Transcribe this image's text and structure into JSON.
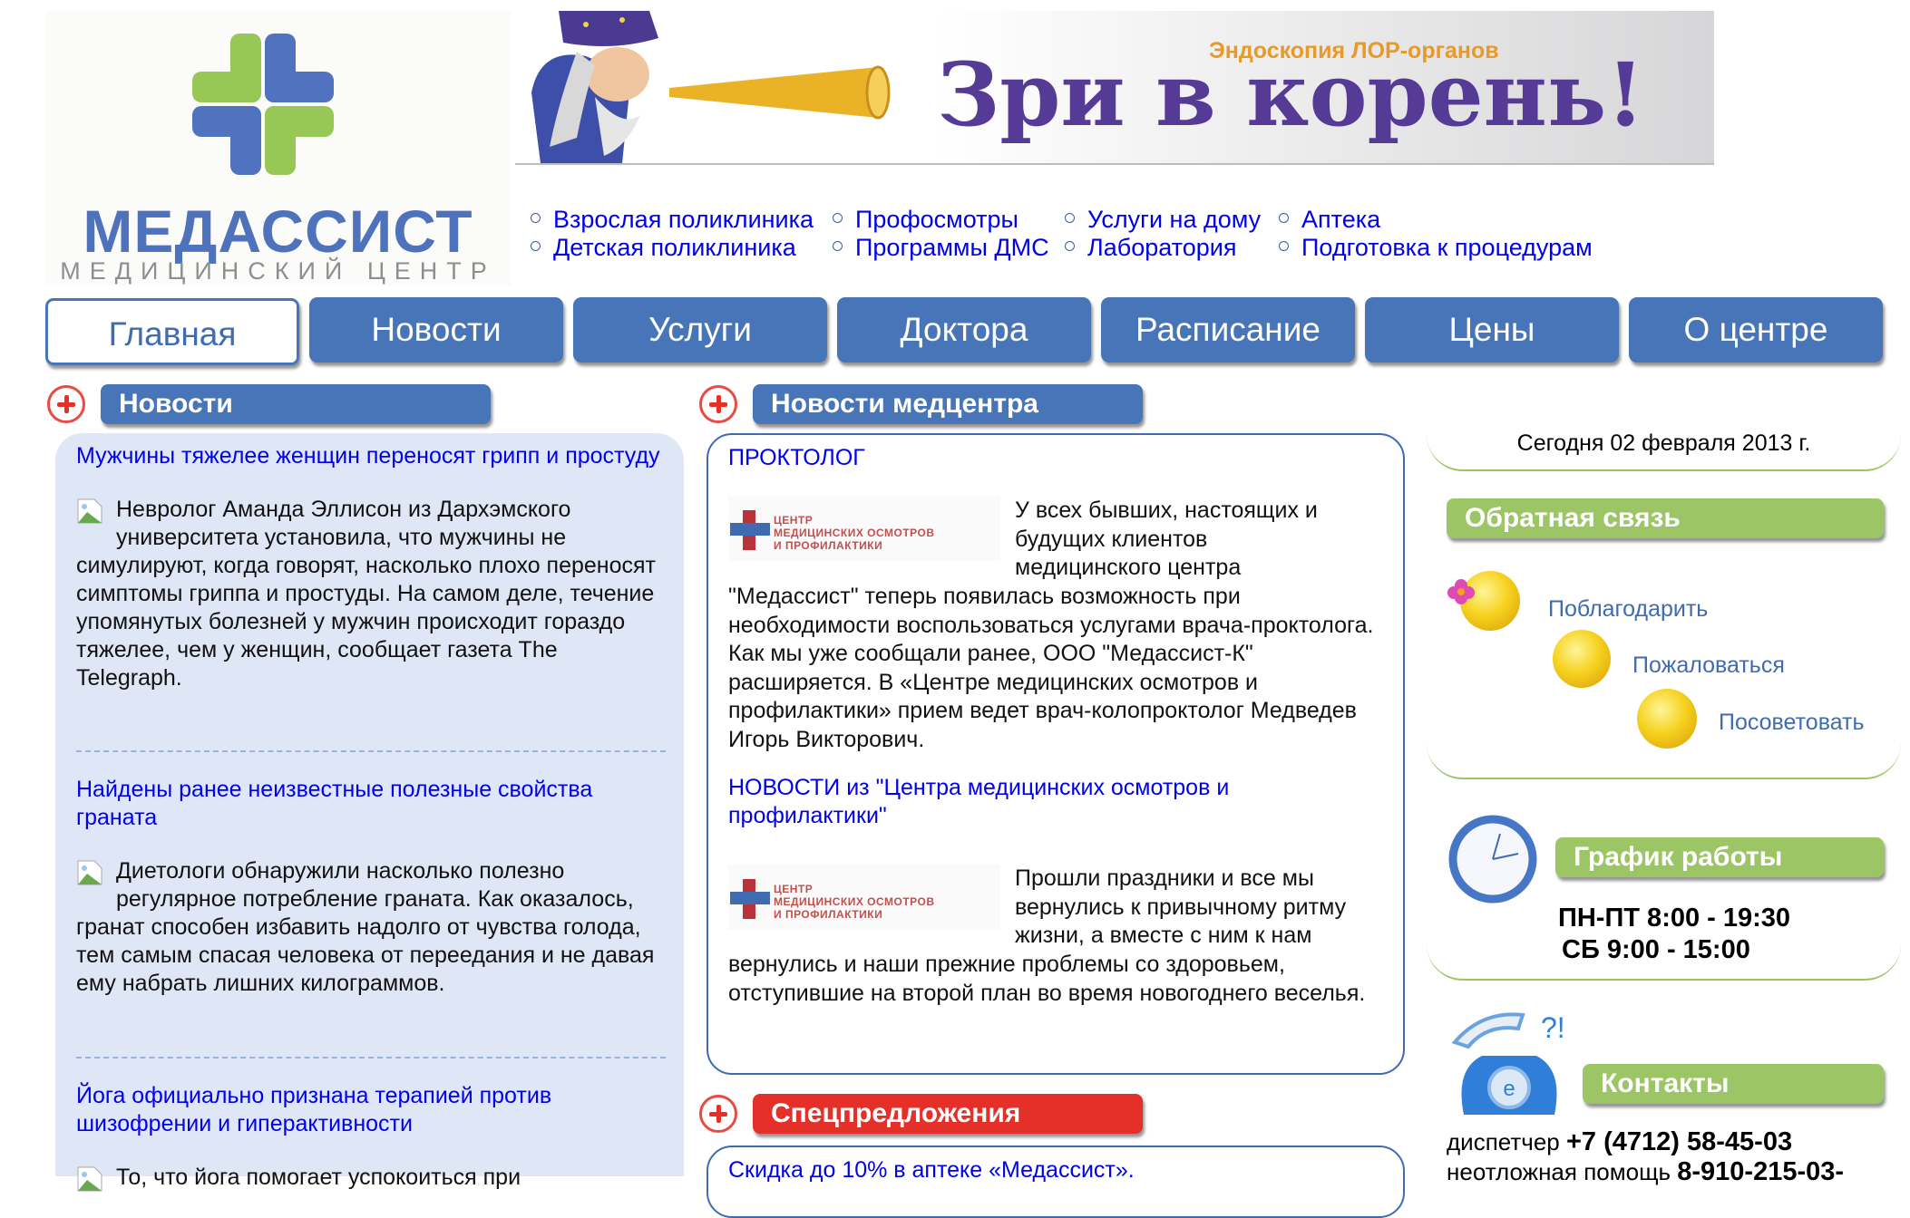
{
  "logo": {
    "brand": "МЕДАССИСТ",
    "subtitle": "МЕДИЦИНСКИЙ ЦЕНТР",
    "colors": {
      "blue": "#4f72bd",
      "green": "#97c857",
      "gray": "#8e8e8e"
    }
  },
  "banner": {
    "kicker": "Эндоскопия ЛОР-органов",
    "slogan": "Зри в корень!"
  },
  "top_links": [
    {
      "label": "Взрослая поликлиника"
    },
    {
      "label": "Детская поликлиника"
    },
    {
      "label": "Профосмотры"
    },
    {
      "label": "Программы ДМС"
    },
    {
      "label": "Услуги на дому"
    },
    {
      "label": "Лаборатория"
    },
    {
      "label": "Аптека"
    },
    {
      "label": "Подготовка к процедурам"
    }
  ],
  "nav": {
    "active": "Главная",
    "tabs": [
      {
        "label": "Главная"
      },
      {
        "label": "Новости"
      },
      {
        "label": "Услуги"
      },
      {
        "label": "Доктора"
      },
      {
        "label": "Расписание"
      },
      {
        "label": "Цены"
      },
      {
        "label": "О центре"
      }
    ]
  },
  "news": {
    "header": "Новости",
    "items": [
      {
        "title": "Мужчины тяжелее женщин переносят грипп и простуду",
        "body": "Невролог Аманда Эллисон из Дархэмского университета установила, что мужчины не симулируют, когда говорят, насколько плохо переносят симптомы гриппа и простуды. На самом деле, течение упомянутых болезней у мужчин происходит гораздо тяжелее, чем у женщин, сообщает газета The Telegraph."
      },
      {
        "title": "Найдены ранее неизвестные полезные свойства граната",
        "body": "Диетологи обнаружили насколько полезно регулярное потребление граната. Как оказалось, гранат способен избавить надолго от чувства голода, тем самым спасая человека от переедания и не давая ему набрать лишних килограммов."
      },
      {
        "title": "Йога официально признана терапией против шизофрении и гиперактивности",
        "body": "То, что йога помогает успокоиться при"
      }
    ]
  },
  "center_news": {
    "header": "Новости медцентра",
    "logo_text": [
      "ЦЕНТР",
      "МЕДИЦИНСКИХ ОСМОТРОВ",
      "И ПРОФИЛАКТИКИ"
    ],
    "items": [
      {
        "title": "ПРОКТОЛОГ",
        "body_side": [
          "У всех бывших, настоящих и",
          "будущих клиентов",
          "медицинского центра"
        ],
        "body_rest": "\"Медассист\" теперь появилась возможность при необходимости воспользоваться услугами врача-проктолога. Как мы уже сообщали ранее, ООО \"Медассист-К\" расширяется. В «Центре медицинских осмотров и профилактики» прием ведет врач-колопроктолог Медведев Игорь Викторович."
      },
      {
        "title": "НОВОСТИ из \"Центра медицинских осмотров и профилактики\"",
        "body_side": [
          "Прошли праздники и все мы",
          "вернулись к привычному ритму",
          "жизни, а вместе с ним к нам"
        ],
        "body_rest": "вернулись и наши прежние проблемы со здоровьем, отступившие на второй план во время новогоднего веселья."
      }
    ]
  },
  "specials": {
    "header": "Спецпредложения",
    "items": [
      {
        "title": "Скидка до 10% в аптеке «Медассист»."
      }
    ]
  },
  "sidebar": {
    "date": "Сегодня 02 февраля 2013 г.",
    "feedback": {
      "header": "Обратная связь",
      "links": [
        {
          "label": "Поблагодарить"
        },
        {
          "label": "Пожаловаться"
        },
        {
          "label": "Посоветовать"
        }
      ]
    },
    "schedule": {
      "header": "График работы",
      "lines": [
        "ПН-ПТ 8:00 - 19:30",
        "СБ 9:00 - 15:00"
      ]
    },
    "contacts": {
      "header": "Контакты",
      "rows": [
        {
          "label": "диспетчер",
          "value": "+7 (4712) 58-45-03"
        },
        {
          "label": "неотложная помощь",
          "value": "8-910-215-03-"
        }
      ]
    }
  }
}
